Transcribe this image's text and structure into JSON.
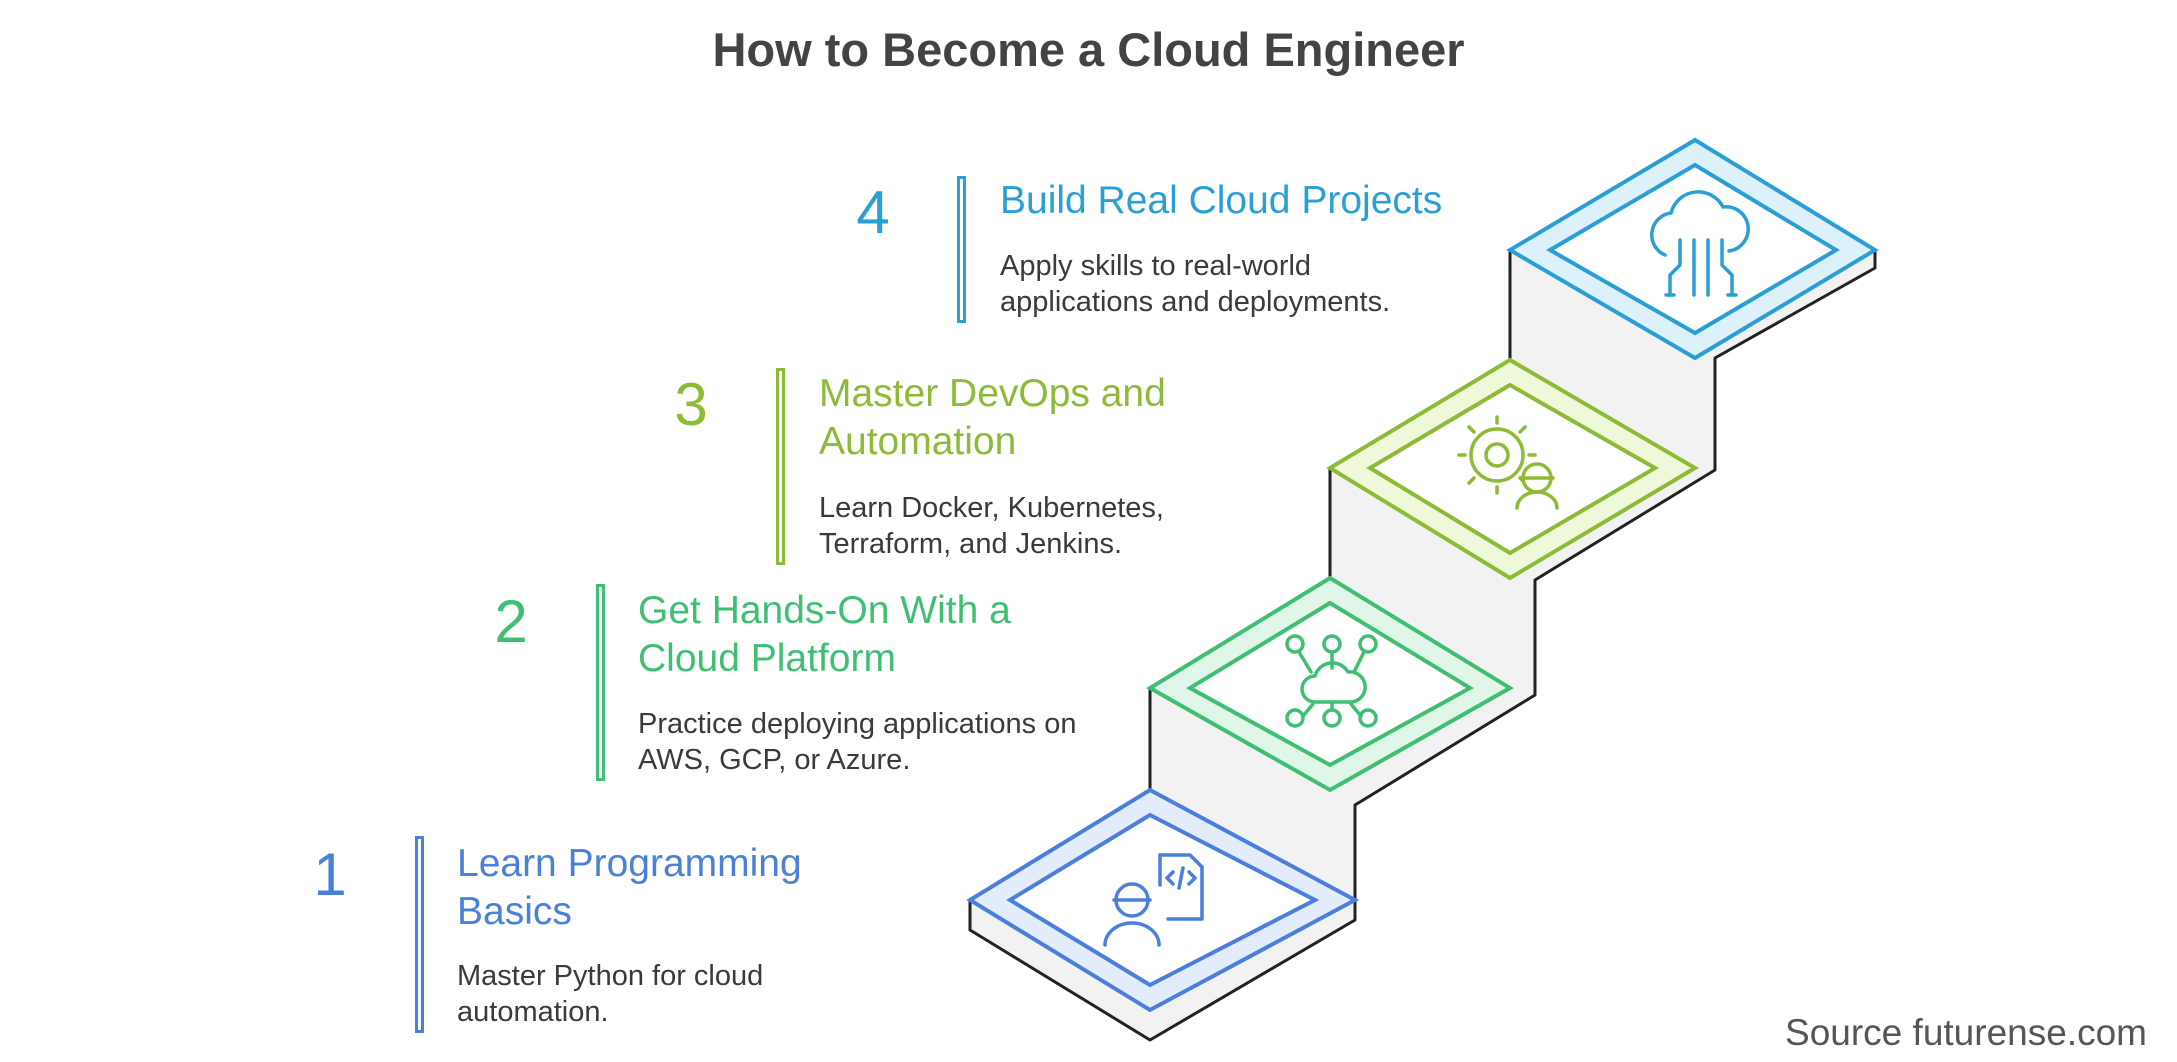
{
  "title": "How to Become a Cloud Engineer",
  "source": "Source futurense.com",
  "steps": [
    {
      "number": "1",
      "heading": "Learn Programming Basics",
      "description": "Master Python for cloud automation.",
      "color": "#4a7fdc",
      "icon": "developer-code-icon"
    },
    {
      "number": "2",
      "heading": "Get Hands-On With a Cloud Platform",
      "description": "Practice deploying applications on AWS, GCP, or Azure.",
      "color": "#3ebf72",
      "icon": "cloud-network-icon"
    },
    {
      "number": "3",
      "heading": "Master DevOps and Automation",
      "description": "Learn Docker, Kubernetes, Terraform, and Jenkins.",
      "color": "#8dbb35",
      "icon": "gear-engineer-icon"
    },
    {
      "number": "4",
      "heading": "Build Real Cloud Projects",
      "description": "Apply skills to real-world applications and deployments.",
      "color": "#2a9fd6",
      "icon": "cloud-circuit-icon"
    }
  ]
}
